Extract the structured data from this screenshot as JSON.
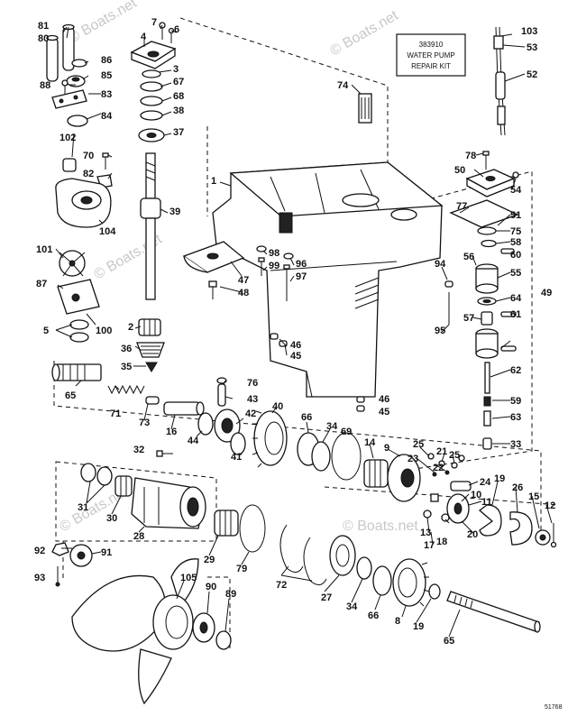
{
  "kit_box": {
    "part_no": "383910",
    "line1": "WATER PUMP",
    "line2": "REPAIR KIT"
  },
  "watermarks": [
    "© Boats.net",
    "© Boats.net",
    "© Boats.net",
    "© Boats.net",
    "© Boats.net",
    "© Boats.net"
  ],
  "drawing_code": "51768",
  "callouts": [
    "81",
    "80",
    "86",
    "85",
    "88",
    "83",
    "84",
    "102",
    "70",
    "82",
    "104",
    "101",
    "87",
    "100",
    "5",
    "7",
    "6",
    "4",
    "3",
    "67",
    "68",
    "38",
    "37",
    "39",
    "2",
    "36",
    "35",
    "74",
    "1",
    "47",
    "48",
    "98",
    "99",
    "96",
    "97",
    "94",
    "95",
    "46",
    "45",
    "103",
    "53",
    "52",
    "78",
    "50",
    "54",
    "77",
    "51",
    "75",
    "58",
    "60",
    "56",
    "55",
    "64",
    "61",
    "57",
    "49",
    "62",
    "59",
    "63",
    "33",
    "76",
    "43",
    "71",
    "65",
    "73",
    "16",
    "44",
    "42",
    "41",
    "40",
    "66",
    "34",
    "69",
    "14",
    "9",
    "32",
    "31",
    "30",
    "28",
    "29",
    "79",
    "72",
    "27",
    "34",
    "66",
    "8",
    "19",
    "65",
    "25",
    "21",
    "25",
    "23",
    "22",
    "24",
    "10",
    "11",
    "13",
    "17",
    "18",
    "20",
    "19",
    "26",
    "15",
    "12",
    "92",
    "91",
    "93",
    "105",
    "90",
    "89",
    "46",
    "45"
  ]
}
